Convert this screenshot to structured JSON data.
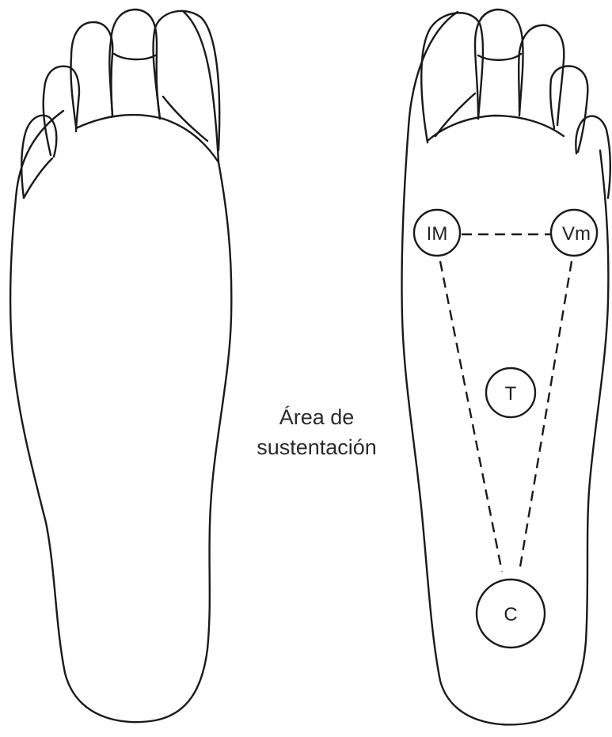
{
  "caption": {
    "line1": "Área de",
    "line2": "sustentación"
  },
  "markers": {
    "im": "IM",
    "vm": "Vm",
    "t": "T",
    "c": "C"
  },
  "colors": {
    "line": "#1a1a1a",
    "background": "#ffffff"
  }
}
